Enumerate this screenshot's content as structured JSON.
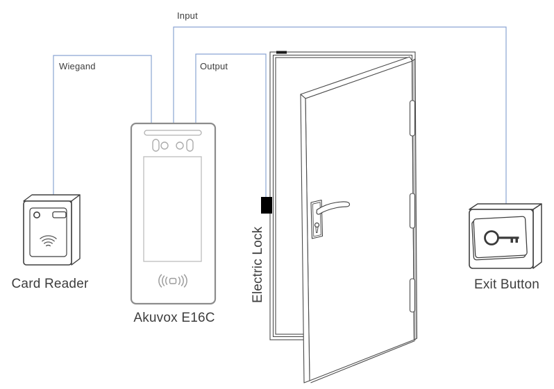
{
  "diagram": {
    "wires": [
      {
        "id": "wiegand",
        "label": "Wiegand"
      },
      {
        "id": "input",
        "label": "Input"
      },
      {
        "id": "output",
        "label": "Output"
      }
    ],
    "devices": [
      {
        "id": "card-reader",
        "label": "Card Reader"
      },
      {
        "id": "main-unit",
        "label": "Akuvox E16C"
      },
      {
        "id": "electric-lock",
        "label": "Electric Lock"
      },
      {
        "id": "exit-button",
        "label": "Exit Button"
      }
    ],
    "colors": {
      "wire": "#8aa5d3",
      "text": "#3d3d3d",
      "device_outline": "#3f3f3f",
      "panel_outline": "#8c8c8c",
      "lock_fill": "#000000",
      "background": "#ffffff"
    }
  }
}
